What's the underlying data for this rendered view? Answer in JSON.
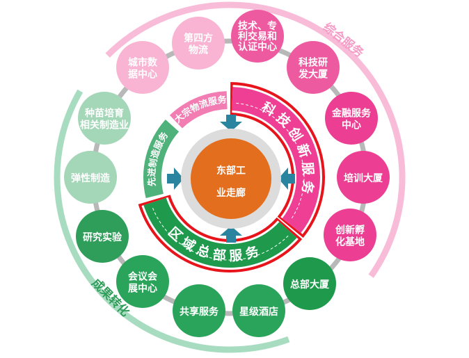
{
  "center": {
    "line1": "东部工",
    "line2": "业走廊",
    "color": "#e26e1e"
  },
  "outer_arcs": {
    "comprehensive": {
      "label": "综合服务",
      "color": "#f9bcd8"
    },
    "transformation": {
      "label": "成果转化",
      "color": "#a8dcc0"
    }
  },
  "bands": {
    "tech_innovation": {
      "label": "科技创新服务",
      "color": "#ee3f94"
    },
    "regional_hq": {
      "label": "区域总部服务",
      "color": "#1f9a4d"
    },
    "advanced_mfg": {
      "label": "先进制造服务",
      "color": "#4fb27a"
    },
    "bulk_logistics": {
      "label": "大宗物流服务",
      "color": "#f27db3"
    }
  },
  "nodes": [
    {
      "lines": [
        "第四方",
        "物流"
      ],
      "color": "#f8b4d2"
    },
    {
      "lines": [
        "技术、专",
        "利交易和",
        "认证中心"
      ],
      "color": "#ee5aa0"
    },
    {
      "lines": [
        "科技研",
        "发大厦"
      ],
      "color": "#ee5aa0"
    },
    {
      "lines": [
        "金融服务",
        "中心"
      ],
      "color": "#ec3e92"
    },
    {
      "lines": [
        "培训大厦"
      ],
      "color": "#ec3e92"
    },
    {
      "lines": [
        "创新孵",
        "化基地"
      ],
      "color": "#ec3e92"
    },
    {
      "lines": [
        "总部大厦"
      ],
      "color": "#1f9a4d"
    },
    {
      "lines": [
        "星级酒店"
      ],
      "color": "#2aa45a"
    },
    {
      "lines": [
        "共享服务"
      ],
      "color": "#2aa45a"
    },
    {
      "lines": [
        "会议会",
        "展中心"
      ],
      "color": "#2aa45a"
    },
    {
      "lines": [
        "研究实验"
      ],
      "color": "#2e9e5a"
    },
    {
      "lines": [
        "弹性制造"
      ],
      "color": "#a4d6b8"
    },
    {
      "lines": [
        "种苗培育",
        "相关制造业"
      ],
      "color": "#a4d6b8"
    },
    {
      "lines": [
        "城市数",
        "据中心"
      ],
      "color": "#f8b4d2"
    }
  ],
  "arrow_color": "#2a84a0"
}
